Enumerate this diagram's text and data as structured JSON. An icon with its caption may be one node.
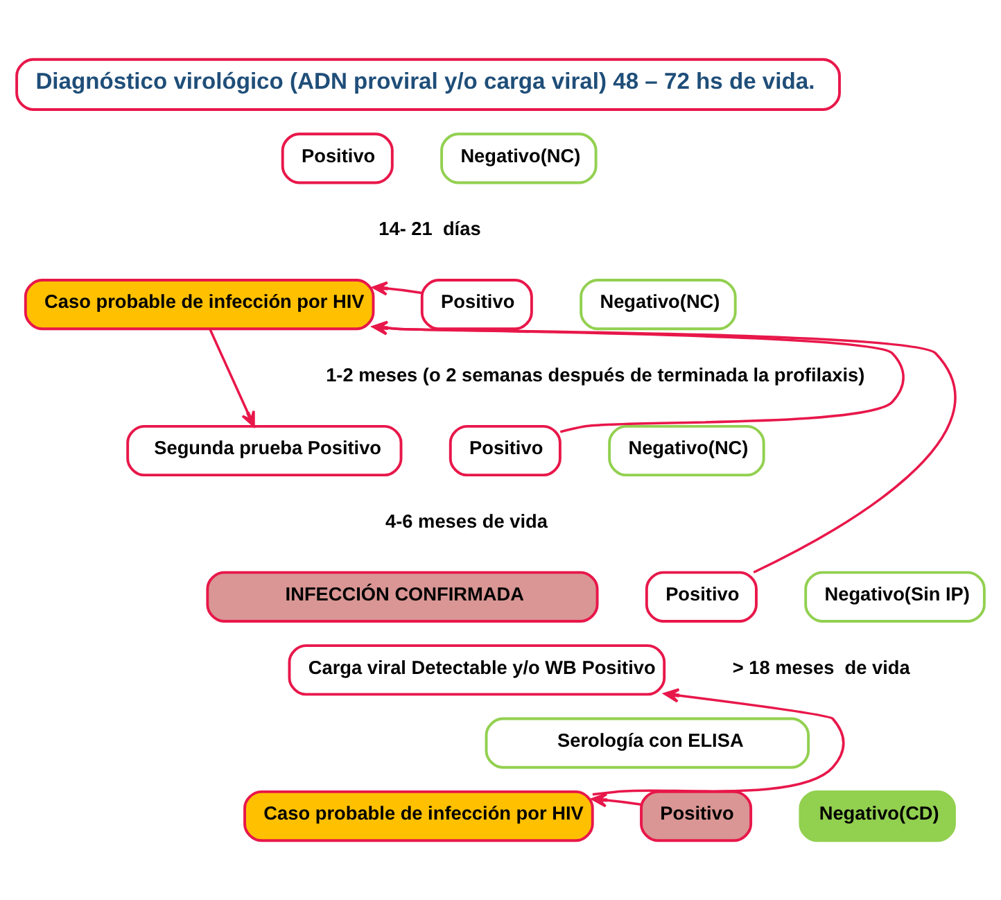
{
  "diagram": {
    "nodes": [
      {
        "text": [
          "Diagnóstico virológico (ADN proviral y/o carga viral) 48 – 72 hs de vida."
        ]
      },
      {
        "text": [
          "Positivo"
        ]
      },
      {
        "text": [
          "Negativo(NC)"
        ]
      },
      {
        "text": [
          "Caso probable de infección por HIV"
        ]
      },
      {
        "text": [
          "Positivo"
        ]
      },
      {
        "text": [
          "Negativo(NC)"
        ]
      },
      {
        "text": [
          "Segunda prueba Positivo"
        ]
      },
      {
        "text": [
          "Positivo"
        ]
      },
      {
        "text": [
          "Negativo(NC)"
        ]
      },
      {
        "text": [
          "INFECCIÓN CONFIRMADA"
        ]
      },
      {
        "text": [
          "Positivo"
        ]
      },
      {
        "text": [
          "Negativo(Sin IP)"
        ]
      },
      {
        "text": [
          "Carga viral Detectable y/o WB Positivo"
        ]
      },
      {
        "text": [
          "Serología con ELISA"
        ]
      },
      {
        "text": [
          "Caso probable de infección por HIV"
        ]
      },
      {
        "text": [
          "Positivo"
        ]
      },
      {
        "text": [
          "Negativo(CD)"
        ]
      }
    ],
    "edges": [
      {
        "from": 4,
        "to": 3,
        "arrow": "to"
      },
      {
        "from": 7,
        "to": 3,
        "arrow": "to"
      },
      {
        "from": 10,
        "to": 3,
        "arrow": "to"
      },
      {
        "from": 3,
        "to": 6,
        "arrow": "to"
      },
      {
        "from": 14,
        "to": 12,
        "arrow": "to"
      },
      {
        "from": 15,
        "to": 14,
        "arrow": "to"
      }
    ],
    "labels": [
      "14- 21  días",
      "1-2 meses (o 2 semanas después de terminada la profilaxis)",
      "4-6 meses de vida",
      "> 18 meses  de vida"
    ]
  }
}
